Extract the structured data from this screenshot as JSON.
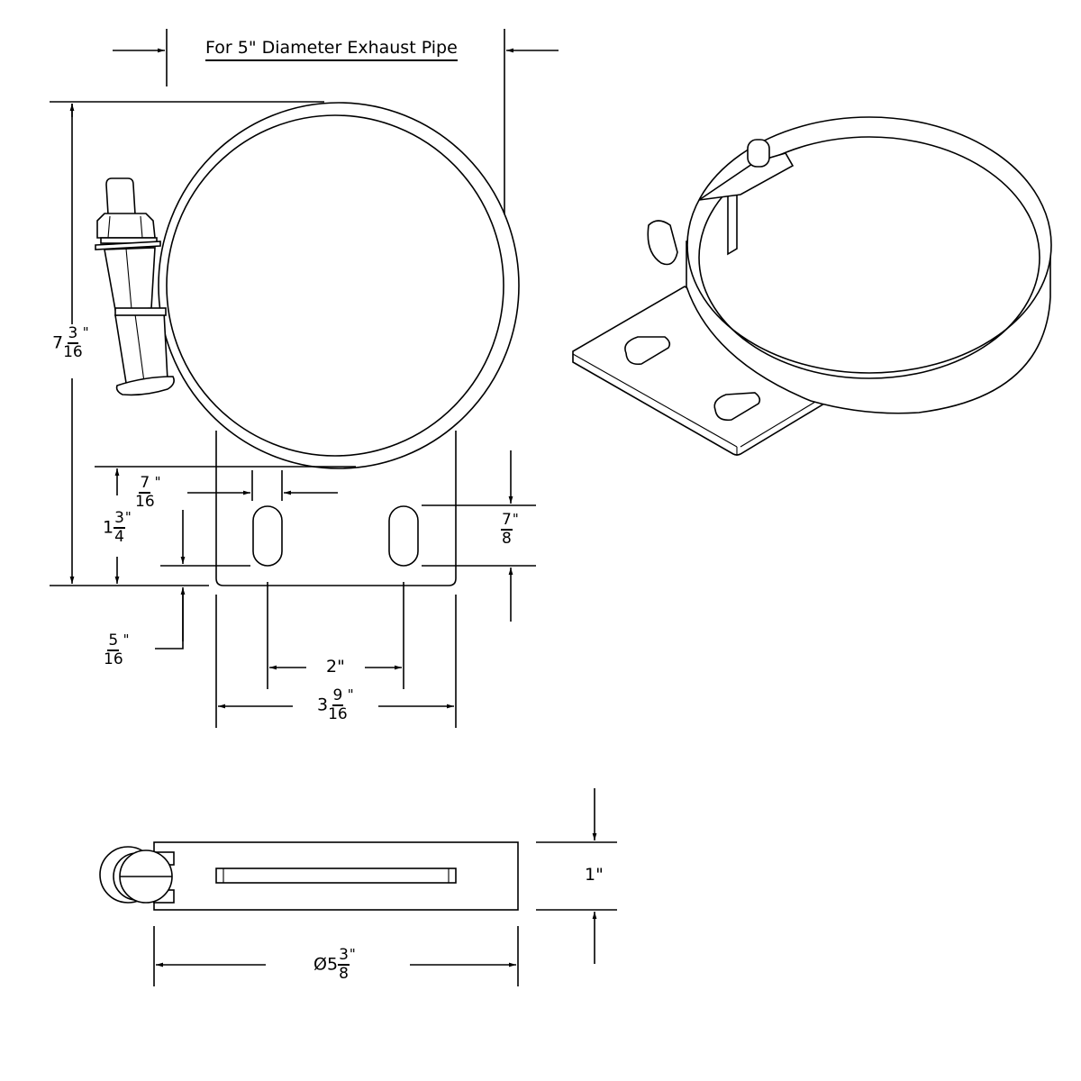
{
  "title": "For 5\" Diameter Exhaust Pipe",
  "dimensions": {
    "overall_height": {
      "whole": "7",
      "num": "3",
      "den": "16",
      "unit": "\""
    },
    "slot_width": {
      "whole": "",
      "num": "7",
      "den": "16",
      "unit": "\""
    },
    "slot_offset": {
      "whole": "1",
      "num": "3",
      "den": "4",
      "unit": "\""
    },
    "bottom_margin": {
      "whole": "",
      "num": "5",
      "den": "16",
      "unit": "\""
    },
    "slot_length": {
      "whole": "",
      "num": "7",
      "den": "8",
      "unit": "\""
    },
    "slot_spacing": {
      "text": "2\""
    },
    "bracket_width": {
      "whole": "3",
      "num": "9",
      "den": "16",
      "unit": "\""
    },
    "band_width": {
      "text": "1\""
    },
    "clamp_diameter": {
      "prefix": "Ø",
      "whole": "5",
      "num": "3",
      "den": "8",
      "unit": "\""
    }
  },
  "views": {
    "front": "front-elevation-view",
    "isometric": "isometric-view",
    "top": "top-plan-view"
  }
}
